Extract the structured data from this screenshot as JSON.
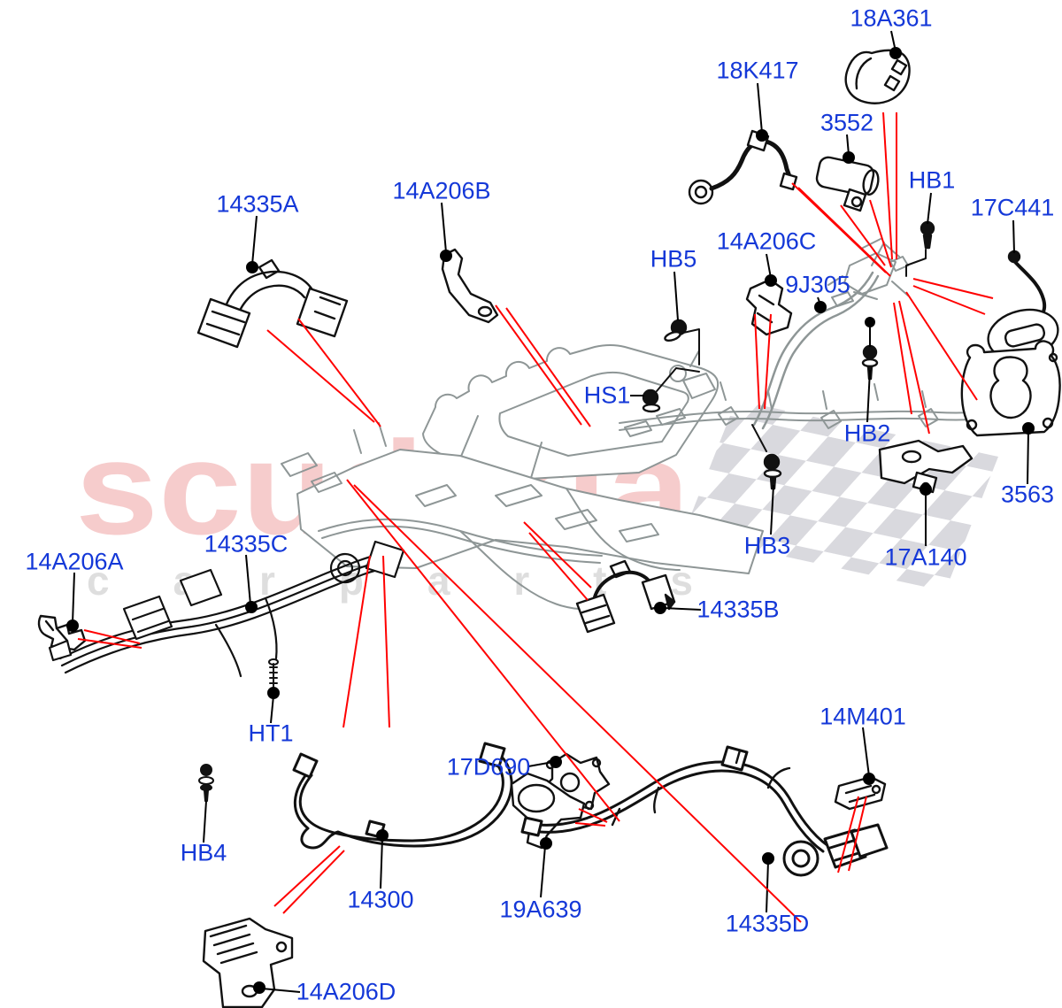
{
  "diagram": {
    "description_colors": {
      "callout_blue": "#1438d8",
      "leader_red": "#ff0000",
      "leader_black": "#000000",
      "assembly_gray": "#8e9696",
      "part_black": "#111111",
      "watermark_pink": "#f6cccc",
      "watermark_gray": "#dedede",
      "flag_gray": "#d9d9de"
    },
    "watermark": {
      "brand": "scuderia",
      "subtext": "carparts"
    },
    "callouts": [
      {
        "id": "18A361",
        "text": "18A361"
      },
      {
        "id": "18K417",
        "text": "18K417"
      },
      {
        "id": "3552",
        "text": "3552"
      },
      {
        "id": "HB1",
        "text": "HB1"
      },
      {
        "id": "17C441",
        "text": "17C441"
      },
      {
        "id": "14A206B",
        "text": "14A206B"
      },
      {
        "id": "14335A",
        "text": "14335A"
      },
      {
        "id": "14A206C",
        "text": "14A206C"
      },
      {
        "id": "HB5",
        "text": "HB5"
      },
      {
        "id": "9J305",
        "text": "9J305"
      },
      {
        "id": "HS1",
        "text": "HS1"
      },
      {
        "id": "HB2",
        "text": "HB2"
      },
      {
        "id": "3563",
        "text": "3563"
      },
      {
        "id": "17A140",
        "text": "17A140"
      },
      {
        "id": "HB3",
        "text": "HB3"
      },
      {
        "id": "14335C",
        "text": "14335C"
      },
      {
        "id": "14A206A",
        "text": "14A206A"
      },
      {
        "id": "14335B",
        "text": "14335B"
      },
      {
        "id": "HT1",
        "text": "HT1"
      },
      {
        "id": "14M401",
        "text": "14M401"
      },
      {
        "id": "17D690",
        "text": "17D690"
      },
      {
        "id": "HB4",
        "text": "HB4"
      },
      {
        "id": "14300",
        "text": "14300"
      },
      {
        "id": "19A639",
        "text": "19A639"
      },
      {
        "id": "14335D",
        "text": "14335D"
      },
      {
        "id": "14A206D",
        "text": "14A206D"
      }
    ]
  }
}
